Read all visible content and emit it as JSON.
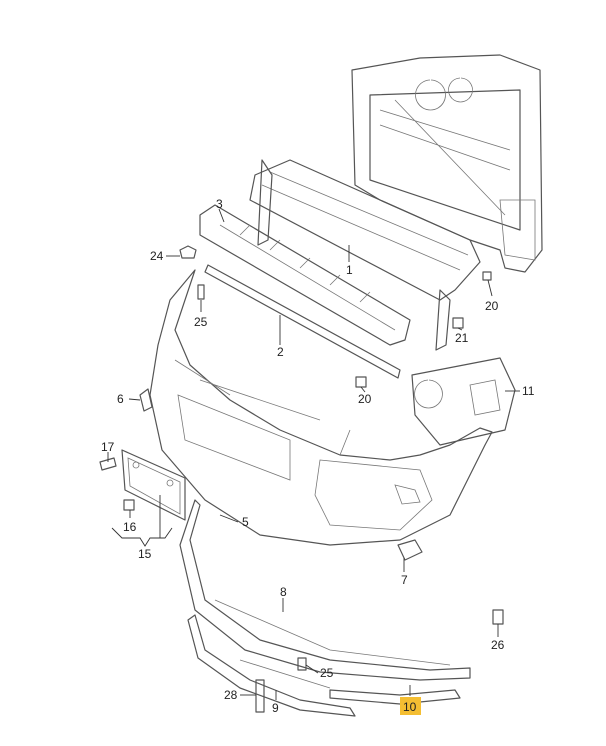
{
  "diagram": {
    "title": "Front bumper exploded parts diagram",
    "highlight_color": "#f4be32",
    "highlighted_part": "10",
    "labels": {
      "p1": "1",
      "p2": "2",
      "p3": "3",
      "p5": "5",
      "p6": "6",
      "p7": "7",
      "p8": "8",
      "p9": "9",
      "p10": "10",
      "p11": "11",
      "p15": "15",
      "p16": "16",
      "p17": "17",
      "p20a": "20",
      "p20b": "20",
      "p21": "21",
      "p24": "24",
      "p25a": "25",
      "p25b": "25",
      "p26": "26",
      "p28": "28"
    }
  }
}
